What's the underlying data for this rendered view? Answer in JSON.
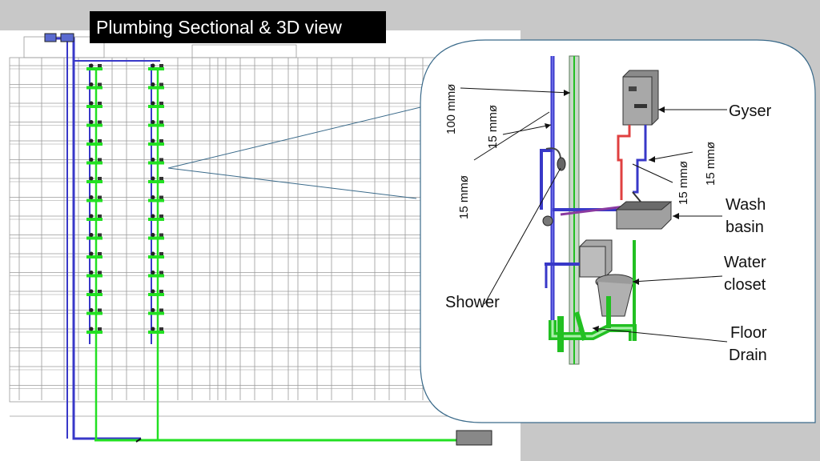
{
  "title": "Plumbing Sectional & 3D view",
  "labels": {
    "gyser": "Gyser",
    "wash_basin_1": "Wash",
    "wash_basin_2": "basin",
    "water_closet_1": "Water",
    "water_closet_2": "closet",
    "shower": "Shower",
    "floor_drain_1": "Floor",
    "floor_drain_2": "Drain",
    "dim_100": "100 mmø",
    "dim_15": "15 mmø"
  },
  "colors": {
    "supply": "#3838c8",
    "drain": "#22e022",
    "hot": "#e04040",
    "building_lines": "#9a9a9a",
    "callout": "#3a6a8a"
  }
}
